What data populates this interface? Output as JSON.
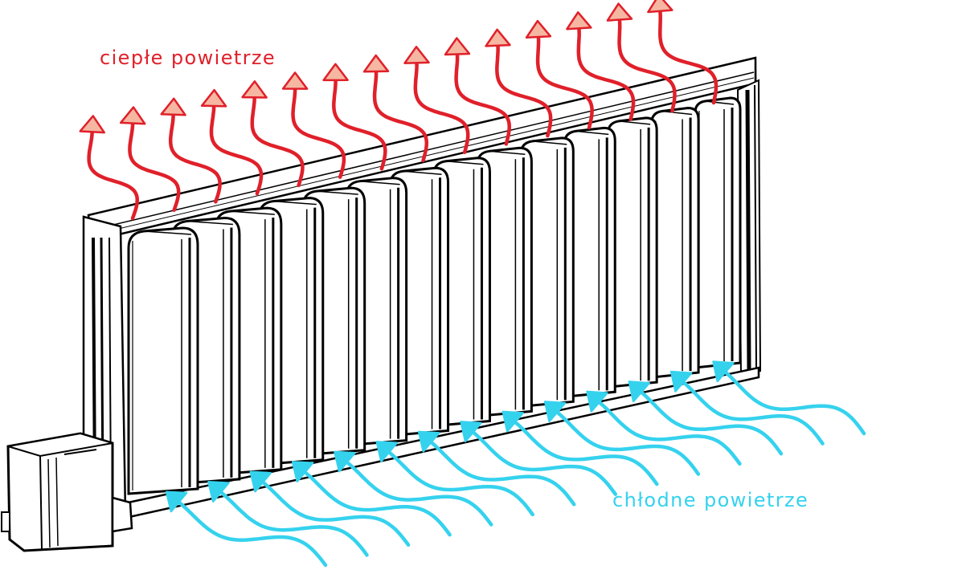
{
  "labels": {
    "warm_air": "ciepłe powietrze",
    "cool_air": "chłodne powietrze"
  },
  "colors": {
    "warm_air": "#e0202a",
    "warm_arrow_fill": "#f6b7a2",
    "cool_air": "#35d2ee",
    "outline": "#000000",
    "radiator_fill": "#ffffff"
  },
  "radiator": {
    "fin_count": 14
  },
  "airflow": {
    "warm_arrow_count": 15,
    "cool_arrow_count": 14
  }
}
